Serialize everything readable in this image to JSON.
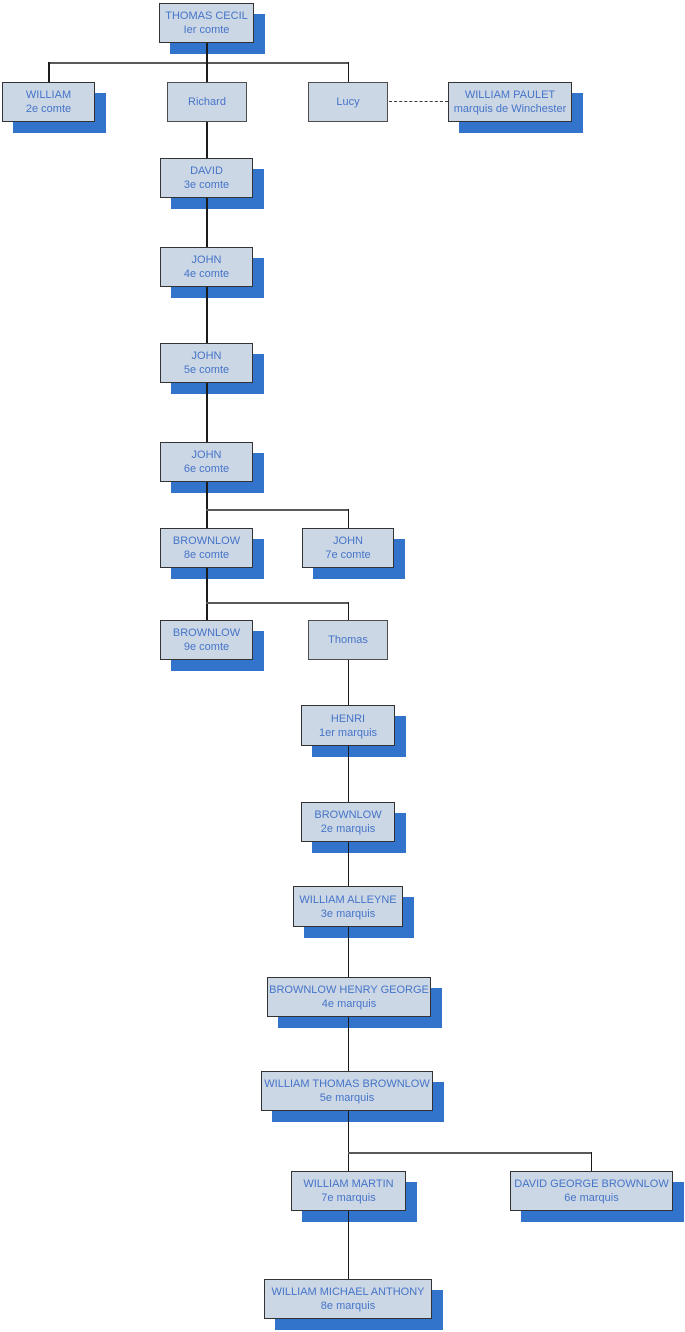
{
  "tree": {
    "description": "Family tree diagram of the Cecil family: earls (comtes) then marquesses (marquis)",
    "colors": {
      "node_fill": "#ccd7e5",
      "node_border": "#333333",
      "plain_border": "#4d4d4d",
      "node_text": "#4574c8",
      "node_shadow": "#3273cb",
      "line": "#1b1b1b",
      "rail": "#595959",
      "bg": "#ffffff"
    },
    "nodes": [
      {
        "id": "thomas-cecil",
        "name": "THOMAS CECIL",
        "title": "Ier comte"
      },
      {
        "id": "william-2e",
        "name": "WILLIAM",
        "title": "2e comte"
      },
      {
        "id": "richard",
        "name": "Richard",
        "title": ""
      },
      {
        "id": "lucy",
        "name": "Lucy",
        "title": ""
      },
      {
        "id": "william-paulet",
        "name": "WILLIAM PAULET",
        "title": "marquis de Winchester"
      },
      {
        "id": "david-3e",
        "name": "DAVID",
        "title": "3e comte"
      },
      {
        "id": "john-4e",
        "name": "JOHN",
        "title": "4e comte"
      },
      {
        "id": "john-5e",
        "name": "JOHN",
        "title": "5e comte"
      },
      {
        "id": "john-6e",
        "name": "JOHN",
        "title": "6e comte"
      },
      {
        "id": "brownlow-8e",
        "name": "BROWNLOW",
        "title": "8e comte"
      },
      {
        "id": "john-7e",
        "name": "JOHN",
        "title": "7e comte"
      },
      {
        "id": "brownlow-9e",
        "name": "BROWNLOW",
        "title": "9e comte"
      },
      {
        "id": "thomas",
        "name": "Thomas",
        "title": ""
      },
      {
        "id": "henri-1er",
        "name": "HENRI",
        "title": "1er marquis"
      },
      {
        "id": "brownlow-2e",
        "name": "BROWNLOW",
        "title": "2e marquis"
      },
      {
        "id": "william-alleyne-3e",
        "name": "WILLIAM ALLEYNE",
        "title": "3e marquis"
      },
      {
        "id": "brownlow-henry-george-4e",
        "name": "BROWNLOW HENRY GEORGE",
        "title": "4e marquis"
      },
      {
        "id": "william-thomas-brownlow-5e",
        "name": "WILLIAM THOMAS BROWNLOW",
        "title": "5e marquis"
      },
      {
        "id": "william-martin-7e",
        "name": "WILLIAM MARTIN",
        "title": "7e marquis"
      },
      {
        "id": "david-george-brownlow-6e",
        "name": "DAVID GEORGE BROWNLOW",
        "title": "6e marquis"
      },
      {
        "id": "william-michael-anthony-8e",
        "name": "WILLIAM MICHAEL ANTHONY",
        "title": "8e marquis"
      }
    ],
    "edges": [
      {
        "parent": "thomas-cecil",
        "children": [
          "william-2e",
          "richard",
          "lucy"
        ]
      },
      {
        "spouses": [
          "lucy",
          "william-paulet"
        ],
        "style": "dashed"
      },
      {
        "parent": "richard",
        "children": [
          "david-3e"
        ]
      },
      {
        "parent": "david-3e",
        "children": [
          "john-4e"
        ]
      },
      {
        "parent": "john-4e",
        "children": [
          "john-5e"
        ]
      },
      {
        "parent": "john-5e",
        "children": [
          "john-6e"
        ]
      },
      {
        "parent": "john-6e",
        "children": [
          "brownlow-8e",
          "john-7e"
        ]
      },
      {
        "parent": "brownlow-8e",
        "children": [
          "brownlow-9e",
          "thomas"
        ]
      },
      {
        "parent": "thomas",
        "children": [
          "henri-1er"
        ]
      },
      {
        "parent": "henri-1er",
        "children": [
          "brownlow-2e"
        ]
      },
      {
        "parent": "brownlow-2e",
        "children": [
          "william-alleyne-3e"
        ]
      },
      {
        "parent": "william-alleyne-3e",
        "children": [
          "brownlow-henry-george-4e"
        ]
      },
      {
        "parent": "brownlow-henry-george-4e",
        "children": [
          "william-thomas-brownlow-5e"
        ]
      },
      {
        "parent": "william-thomas-brownlow-5e",
        "children": [
          "william-martin-7e",
          "david-george-brownlow-6e"
        ]
      },
      {
        "parent": "william-martin-7e",
        "children": [
          "william-michael-anthony-8e"
        ]
      }
    ]
  }
}
